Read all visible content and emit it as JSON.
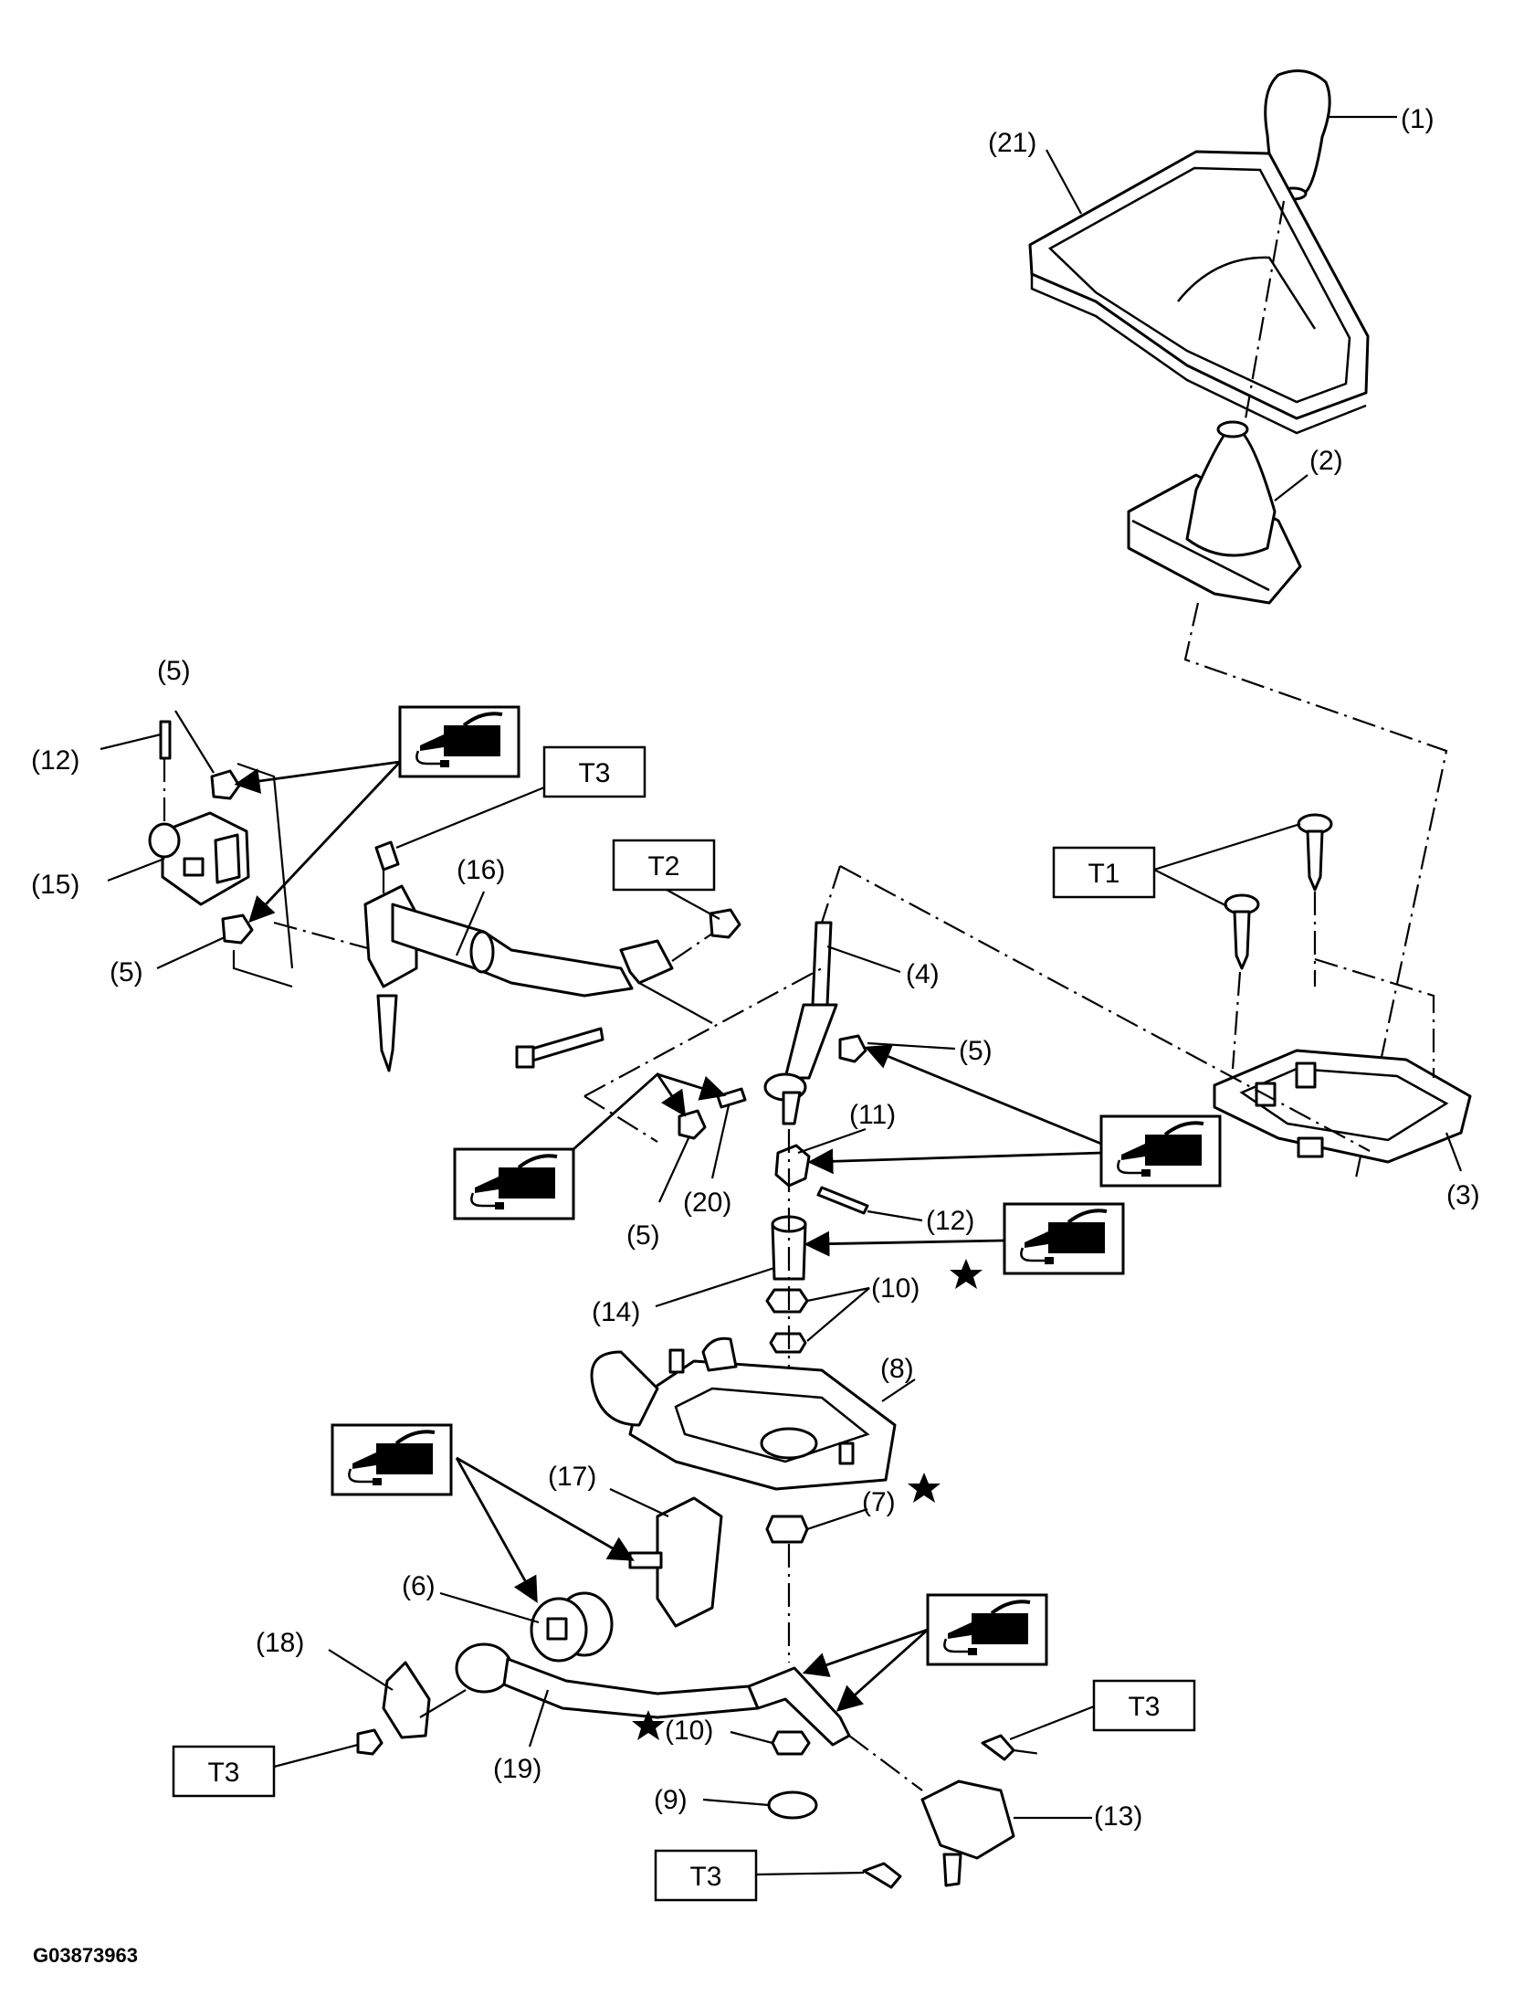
{
  "figure_id": "G03873963",
  "callouts": {
    "c1": "(1)",
    "c2": "(2)",
    "c3": "(3)",
    "c4": "(4)",
    "c5a": "(5)",
    "c5b": "(5)",
    "c5c": "(5)",
    "c5d": "(5)",
    "c6": "(6)",
    "c7": "(7)",
    "c8": "(8)",
    "c9": "(9)",
    "c10a": "(10)",
    "c10b": "(10)",
    "c11": "(11)",
    "c12a": "(12)",
    "c12b": "(12)",
    "c13": "(13)",
    "c14": "(14)",
    "c15": "(15)",
    "c16": "(16)",
    "c17": "(17)",
    "c18": "(18)",
    "c19": "(19)",
    "c20": "(20)",
    "c21": "(21)"
  },
  "torque_labels": {
    "t1": "T1",
    "t2": "T2",
    "t3a": "T3",
    "t3b": "T3",
    "t3c": "T3",
    "t3d": "T3"
  },
  "icons": {
    "grease": "grease-gun-icon",
    "star": "star-icon"
  }
}
